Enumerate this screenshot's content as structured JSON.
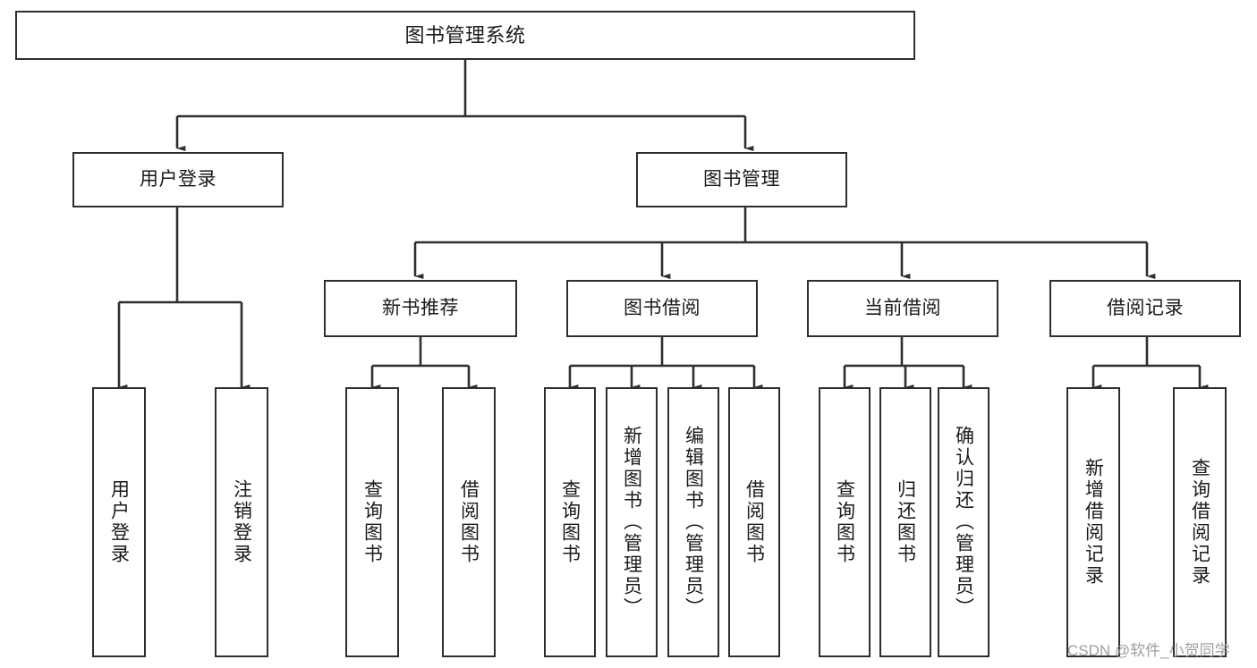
{
  "diagram": {
    "title": "图书管理系统",
    "type": "functional-structure-tree",
    "background_color": "#ffffff",
    "line_color": "#2e2e2e",
    "text_color": "#1a1a1a"
  },
  "nodes": {
    "root": {
      "label": "图书管理系统"
    },
    "level2": [
      {
        "id": "user-login",
        "label": "用户登录"
      },
      {
        "id": "book-management",
        "label": "图书管理"
      }
    ],
    "level3": [
      {
        "id": "new-book-recommend",
        "label": "新书推荐"
      },
      {
        "id": "book-borrow",
        "label": "图书借阅"
      },
      {
        "id": "current-borrow",
        "label": "当前借阅"
      },
      {
        "id": "borrow-record",
        "label": "借阅记录"
      }
    ],
    "leaves": {
      "user_login": [
        {
          "id": "leaf-user-login",
          "label": "用户登录"
        },
        {
          "id": "leaf-user-logout",
          "label": "注销登录"
        }
      ],
      "new_book_recommend": [
        {
          "id": "leaf-query-book-1",
          "label": "查询图书"
        },
        {
          "id": "leaf-borrow-book-1",
          "label": "借阅图书"
        }
      ],
      "book_borrow": [
        {
          "id": "leaf-query-book-2",
          "label": "查询图书"
        },
        {
          "id": "leaf-add-book",
          "label": "新增图书（管理员）"
        },
        {
          "id": "leaf-edit-book",
          "label": "编辑图书（管理员）"
        },
        {
          "id": "leaf-borrow-book-2",
          "label": "借阅图书"
        }
      ],
      "current_borrow": [
        {
          "id": "leaf-query-book-3",
          "label": "查询图书"
        },
        {
          "id": "leaf-return-book",
          "label": "归还图书"
        },
        {
          "id": "leaf-confirm-return",
          "label": "确认归还（管理员）"
        }
      ],
      "borrow_record": [
        {
          "id": "leaf-add-record",
          "label": "新增借阅记录"
        },
        {
          "id": "leaf-query-record",
          "label": "查询借阅记录"
        }
      ]
    }
  },
  "watermark": {
    "text": "CSDN @软件_小贺同学",
    "color": "#9a9a9a"
  }
}
